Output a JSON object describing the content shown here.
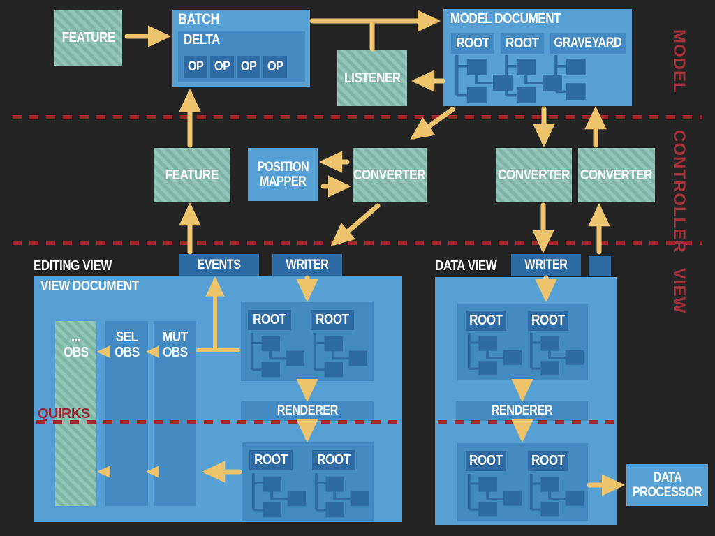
{
  "sections": {
    "model": "MODEL",
    "controller": "CONTROLLER",
    "view": "VIEW"
  },
  "model": {
    "feature": "FEATURE",
    "batch": {
      "title": "BATCH",
      "delta": "DELTA",
      "ops": [
        "OP",
        "OP",
        "OP",
        "OP"
      ]
    },
    "listener": "LISTENER",
    "model_document": {
      "title": "MODEL DOCUMENT",
      "roots": [
        "ROOT",
        "ROOT"
      ],
      "graveyard": "GRAVEYARD"
    }
  },
  "controller": {
    "feature": "FEATURE",
    "position_mapper": [
      "POSITION",
      "MAPPER"
    ],
    "converters": [
      "CONVERTER",
      "CONVERTER",
      "CONVERTER"
    ]
  },
  "view": {
    "editing": {
      "label": "EDITING VIEW",
      "events": "EVENTS",
      "writer": "WRITER",
      "document_title": "VIEW DOCUMENT",
      "observers": [
        {
          "line1": "...",
          "line2": "OBS"
        },
        {
          "line1": "SEL",
          "line2": "OBS"
        },
        {
          "line1": "MUT",
          "line2": "OBS"
        }
      ],
      "quirks": "QUIRKS",
      "renderer": "RENDERER",
      "roots": [
        "ROOT",
        "ROOT",
        "ROOT",
        "ROOT"
      ]
    },
    "data": {
      "label": "DATA VIEW",
      "writer": "WRITER",
      "renderer": "RENDERER",
      "roots": [
        "ROOT",
        "ROOT",
        "ROOT",
        "ROOT"
      ]
    },
    "data_processor": [
      "DATA",
      "PROCESSOR"
    ]
  },
  "colors": {
    "background": "#242424",
    "panel_blue": "#57a0d4",
    "mid_blue": "#4389c2",
    "dark_blue": "#2e6aa4",
    "teal_light": "#93c6b8",
    "teal_dark": "#80b5a6",
    "arrow_yellow": "#edc46c",
    "dash_red": "#9e282e",
    "label_red": "#a8323b"
  }
}
